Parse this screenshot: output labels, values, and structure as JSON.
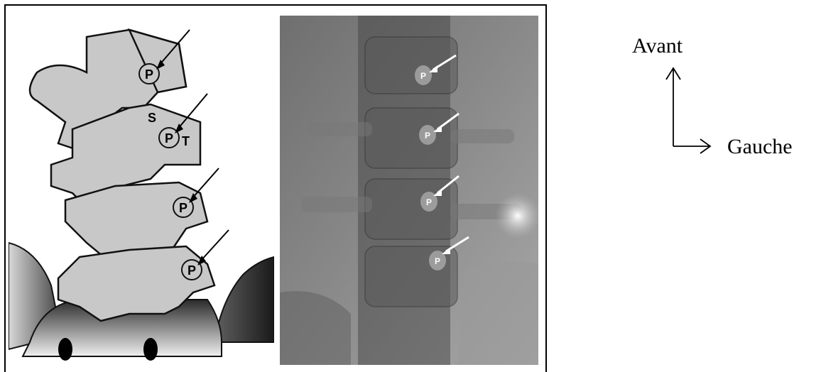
{
  "orientation": {
    "front_label": "Avant",
    "left_label": "Gauche"
  },
  "illustration": {
    "labels": {
      "pedicle": "P",
      "superior": "S",
      "transverse": "T"
    }
  },
  "xray": {
    "pedicle_label": "P"
  },
  "colors": {
    "bone_fill": "#c8c8c8",
    "outline": "#111111",
    "xray_bg": "#8a8a8a",
    "arrow_white": "#ffffff"
  }
}
